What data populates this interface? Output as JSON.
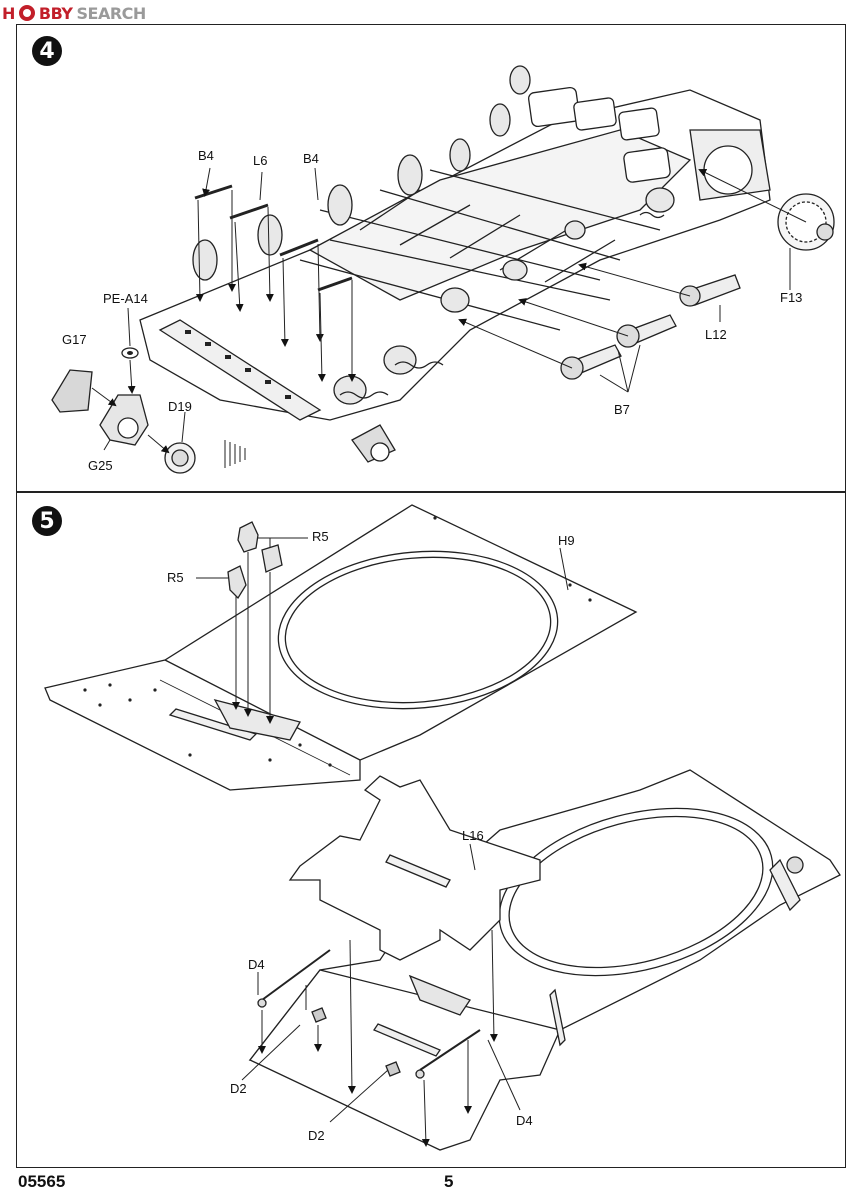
{
  "watermark": {
    "logo": "H",
    "logo_text": "BBY",
    "search": "SEARCH",
    "full": "HOBBY SEARCH"
  },
  "step4": {
    "number": "4",
    "labels": {
      "b4a": "B4",
      "l6": "L6",
      "b4b": "B4",
      "pe_a14": "PE-A14",
      "g17": "G17",
      "d19": "D19",
      "g25": "G25",
      "f13": "F13",
      "l12": "L12",
      "b7": "B7"
    }
  },
  "step5": {
    "number": "5",
    "labels": {
      "r5a": "R5",
      "r5b": "R5",
      "h9": "H9",
      "l16": "L16",
      "d4a": "D4",
      "d2a": "D2",
      "d2b": "D2",
      "d4b": "D4"
    }
  },
  "footer": {
    "code": "05565",
    "page": "5"
  }
}
